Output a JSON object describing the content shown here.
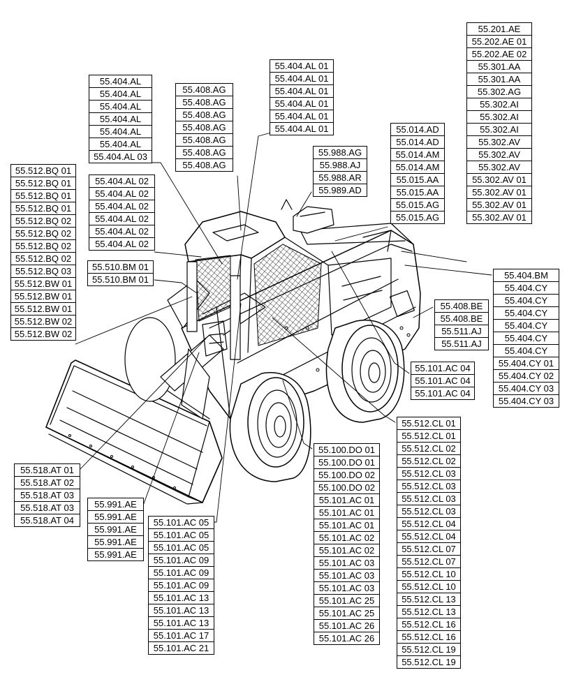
{
  "groups": [
    {
      "id": "g01",
      "labels": [
        "55.201.AE",
        "55.202.AE 01",
        "55.202.AE 02",
        "55.301.AA",
        "55.301.AA",
        "55.302.AG",
        "55.302.AI",
        "55.302.AI",
        "55.302.AI",
        "55.302.AV",
        "55.302.AV",
        "55.302.AV",
        "55.302.AV 01",
        "55.302.AV 01",
        "55.302.AV 01",
        "55.302.AV 01"
      ]
    },
    {
      "id": "g02",
      "labels": [
        "55.404.AL 01",
        "55.404.AL 01",
        "55.404.AL 01",
        "55.404.AL 01",
        "55.404.AL 01",
        "55.404.AL 01"
      ]
    },
    {
      "id": "g03",
      "labels": [
        "55.404.AL",
        "55.404.AL",
        "55.404.AL",
        "55.404.AL",
        "55.404.AL",
        "55.404.AL",
        "55.404.AL 03"
      ]
    },
    {
      "id": "g04",
      "labels": [
        "55.408.AG",
        "55.408.AG",
        "55.408.AG",
        "55.408.AG",
        "55.408.AG",
        "55.408.AG",
        "55.408.AG"
      ]
    },
    {
      "id": "g05",
      "labels": [
        "55.014.AD",
        "55.014.AD",
        "55.014.AM",
        "55.014.AM",
        "55.015.AA",
        "55.015.AA",
        "55.015.AG",
        "55.015.AG"
      ]
    },
    {
      "id": "g06",
      "labels": [
        "55.988.AG",
        "55.988.AJ",
        "55.988.AR",
        "55.989.AD"
      ]
    },
    {
      "id": "g07",
      "labels": [
        "55.512.BQ 01",
        "55.512.BQ 01",
        "55.512.BQ 01",
        "55.512.BQ 01",
        "55.512.BQ 02",
        "55.512.BQ 02",
        "55.512.BQ 02",
        "55.512.BQ 02",
        "55.512.BQ 03",
        "55.512.BW 01",
        "55.512.BW 01",
        "55.512.BW 01",
        "55.512.BW 02",
        "55.512.BW 02"
      ]
    },
    {
      "id": "g08",
      "labels": [
        "55.404.AL 02",
        "55.404.AL 02",
        "55.404.AL 02",
        "55.404.AL 02",
        "55.404.AL 02",
        "55.404.AL 02"
      ]
    },
    {
      "id": "g09",
      "labels": [
        "55.510.BM 01",
        "55.510.BM 01"
      ]
    },
    {
      "id": "g10",
      "labels": [
        "55.404.BM",
        "55.404.CY",
        "55.404.CY",
        "55.404.CY",
        "55.404.CY",
        "55.404.CY",
        "55.404.CY",
        "55.404.CY 01",
        "55.404.CY 02",
        "55.404.CY 03",
        "55.404.CY 03"
      ]
    },
    {
      "id": "g11",
      "labels": [
        "55.408.BE",
        "55.408.BE",
        "55.511.AJ",
        "55.511.AJ"
      ]
    },
    {
      "id": "g12",
      "labels": [
        "55.101.AC 04",
        "55.101.AC 04",
        "55.101.AC 04"
      ]
    },
    {
      "id": "g13",
      "labels": [
        "55.512.CL 01",
        "55.512.CL 01",
        "55.512.CL 02",
        "55.512.CL 02",
        "55.512.CL 03",
        "55.512.CL 03",
        "55.512.CL 03",
        "55.512.CL 03",
        "55.512.CL 04",
        "55.512.CL 04",
        "55.512.CL 07",
        "55.512.CL 07",
        "55.512.CL 10",
        "55.512.CL 10",
        "55.512.CL 13",
        "55.512.CL 13",
        "55.512.CL 16",
        "55.512.CL 16",
        "55.512.CL 19",
        "55.512.CL 19"
      ]
    },
    {
      "id": "g14",
      "labels": [
        "55.100.DO 01",
        "55.100.DO 01",
        "55.100.DO 02",
        "55.100.DO 02",
        "55.101.AC 01",
        "55.101.AC 01",
        "55.101.AC 01",
        "55.101.AC 02",
        "55.101.AC 02",
        "55.101.AC 03",
        "55.101.AC 03",
        "55.101.AC 03",
        "55.101.AC 25",
        "55.101.AC 25",
        "55.101.AC 26",
        "55.101.AC 26"
      ]
    },
    {
      "id": "g15",
      "labels": [
        "55.518.AT 01",
        "55.518.AT 02",
        "55.518.AT 03",
        "55.518.AT 03",
        "55.518.AT 04"
      ]
    },
    {
      "id": "g16",
      "labels": [
        "55.991.AE",
        "55.991.AE",
        "55.991.AE",
        "55.991.AE",
        "55.991.AE"
      ]
    },
    {
      "id": "g17",
      "labels": [
        "55.101.AC 05",
        "55.101.AC 05",
        "55.101.AC 05",
        "55.101.AC 09",
        "55.101.AC 09",
        "55.101.AC 09",
        "55.101.AC 13",
        "55.101.AC 13",
        "55.101.AC 13",
        "55.101.AC 17",
        "55.101.AC 21"
      ]
    }
  ]
}
